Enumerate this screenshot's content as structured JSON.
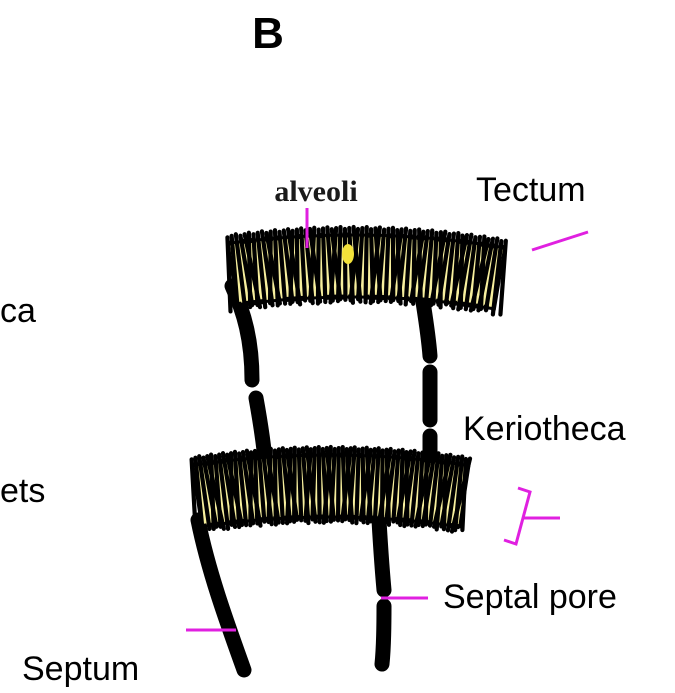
{
  "panel_letter": "B",
  "labels": {
    "alveoli": "alveoli",
    "tectum": "Tectum",
    "kerioth_cut": "ca",
    "keriotheca": "Keriotheca",
    "ets_cut": "ets",
    "septal_pore": "Septal pore",
    "septum": "Septum"
  },
  "colors": {
    "background": "#ffffff",
    "wall_fill": "#f7ef9e",
    "wall_ink": "#000000",
    "leader": "#e020e0",
    "highlight": "#f3e23a"
  }
}
